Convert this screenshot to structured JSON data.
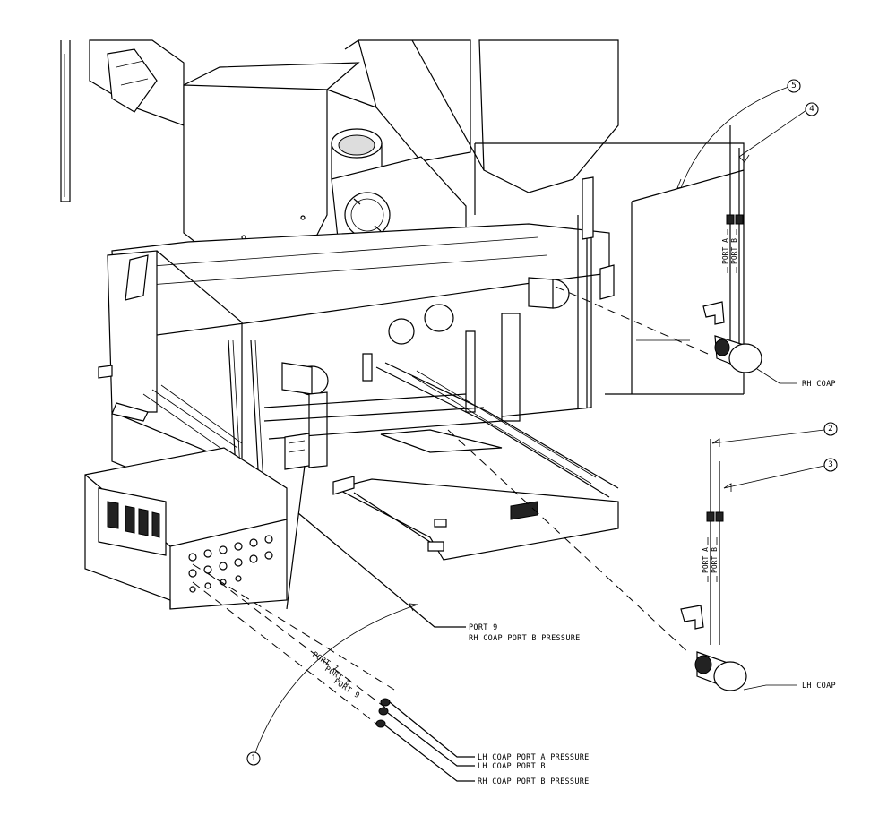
{
  "balloons": {
    "b1": "1",
    "b2": "2",
    "b3": "3",
    "b4": "4",
    "b5": "5"
  },
  "callouts": {
    "port9_line1": "PORT 9",
    "port9_line2": "RH COAP PORT B PRESSURE",
    "rh_coap": "RH COAP",
    "lh_coap": "LH COAP",
    "lh_coap_port_a": "LH COAP PORT A PRESSURE",
    "lh_coap_port_b": "LH COAP PORT B",
    "rh_coap_port_b": "RH COAP PORT B PRESSURE"
  },
  "hose_labels": {
    "rh_port_a": "PORT A",
    "rh_port_b": "PORT B",
    "lh_port_a": "PORT A",
    "lh_port_b": "PORT B",
    "port7": "PORT 7",
    "port8": "PORT 8",
    "port9": "PORT 9"
  }
}
